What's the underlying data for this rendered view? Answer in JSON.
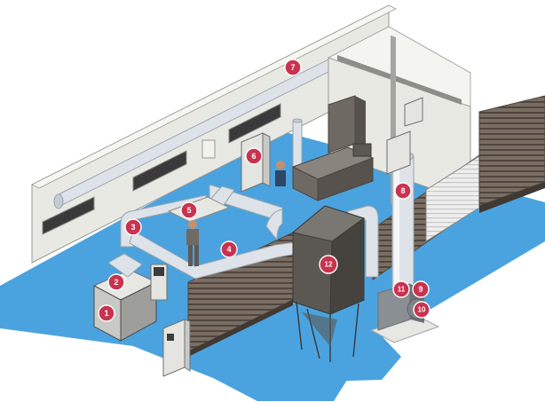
{
  "colors": {
    "floor": "#4aa3df",
    "marker": "#c8334f",
    "wall": "#e9e9e4",
    "wall_shade": "#d3d3cd",
    "duct": "#dde3e8",
    "duct_shade": "#b7c0c8",
    "collector": "#5b5854",
    "louver": "#6b5f55"
  },
  "markers": [
    {
      "label": "1",
      "icon": "numbered-callout"
    },
    {
      "label": "2",
      "icon": "numbered-callout"
    },
    {
      "label": "3",
      "icon": "numbered-callout"
    },
    {
      "label": "4",
      "icon": "numbered-callout"
    },
    {
      "label": "5",
      "icon": "numbered-callout"
    },
    {
      "label": "6",
      "icon": "numbered-callout"
    },
    {
      "label": "7",
      "icon": "numbered-callout"
    },
    {
      "label": "8",
      "icon": "numbered-callout"
    },
    {
      "label": "9",
      "icon": "numbered-callout"
    },
    {
      "label": "10",
      "icon": "numbered-callout"
    },
    {
      "label": "11",
      "icon": "numbered-callout"
    },
    {
      "label": "12",
      "icon": "numbered-callout"
    }
  ]
}
